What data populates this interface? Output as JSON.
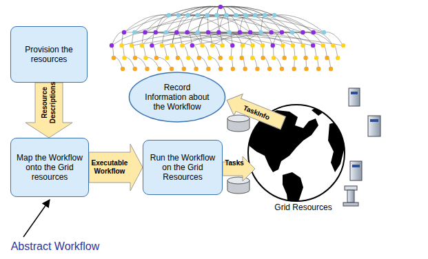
{
  "diagram": {
    "nodes": [
      {
        "text": [
          "Provision the resources"
        ]
      },
      {
        "text": [
          "Record Information about the Workflow"
        ]
      },
      {
        "text": [
          "Map the Workflow onto the Grid resources"
        ]
      },
      {
        "text": [
          "Run the Workflow on the Grid Resources"
        ]
      }
    ],
    "edges": [
      {
        "from": 0,
        "to": 2,
        "arrow": "to",
        "label": "Resource Descriptions"
      },
      {
        "from": 2,
        "to": 3,
        "arrow": "to",
        "label": "Executable Workflow"
      }
    ],
    "labels": [
      "Tasks",
      "TaskInfo",
      "Grid Resources",
      "Abstract Workflow"
    ]
  }
}
